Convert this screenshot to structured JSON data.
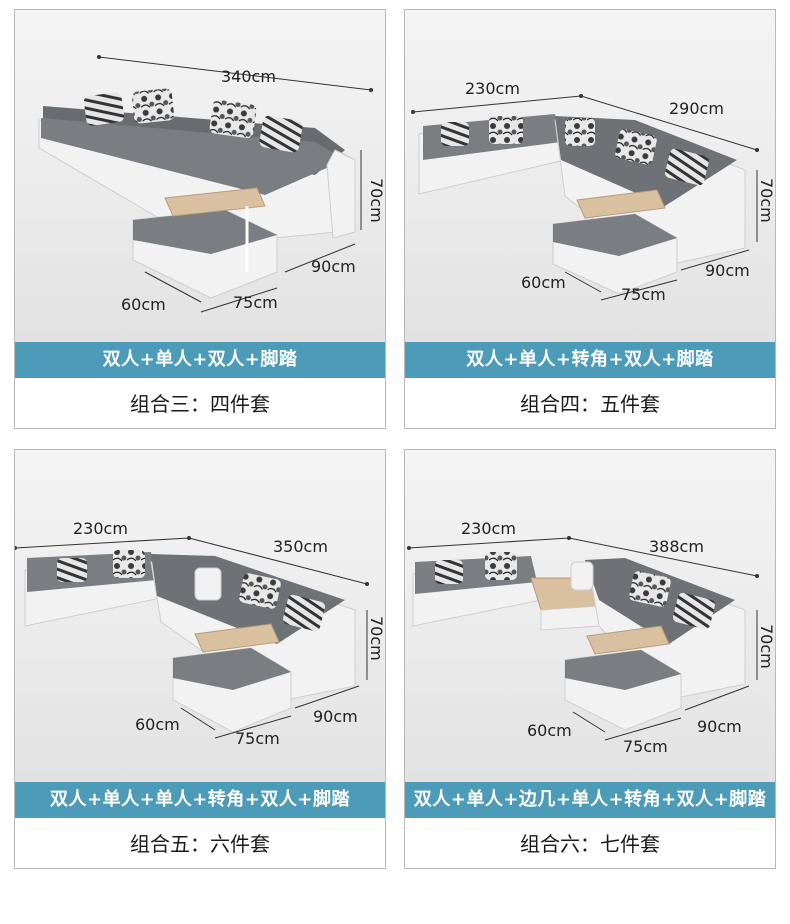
{
  "colors": {
    "bar": "#4c9bb9",
    "fabric": "#686b70",
    "leather": "#f2f2f2",
    "table": "#d8c0a0"
  },
  "panels": [
    {
      "dims": {
        "top": "340cm",
        "height": "70cm",
        "depth": "90cm",
        "ottoman_w": "75cm",
        "ottoman_d": "60cm"
      },
      "combo_label": "双人+单人+双人+脚踏",
      "caption": "组合三：四件套"
    },
    {
      "dims": {
        "left": "230cm",
        "right": "290cm",
        "height": "70cm",
        "depth": "90cm",
        "ottoman_w": "75cm",
        "ottoman_d": "60cm"
      },
      "combo_label": "双人+单人+转角+双人+脚踏",
      "caption": "组合四：五件套"
    },
    {
      "dims": {
        "left": "230cm",
        "right": "350cm",
        "height": "70cm",
        "depth": "90cm",
        "ottoman_w": "75cm",
        "ottoman_d": "60cm"
      },
      "combo_label": "双人+单人+单人+转角+双人+脚踏",
      "caption": "组合五：六件套"
    },
    {
      "dims": {
        "left": "230cm",
        "right": "388cm",
        "height": "70cm",
        "depth": "90cm",
        "ottoman_w": "75cm",
        "ottoman_d": "60cm"
      },
      "combo_label": "双人+单人+边几+单人+转角+双人+脚踏",
      "caption": "组合六：七件套"
    }
  ]
}
